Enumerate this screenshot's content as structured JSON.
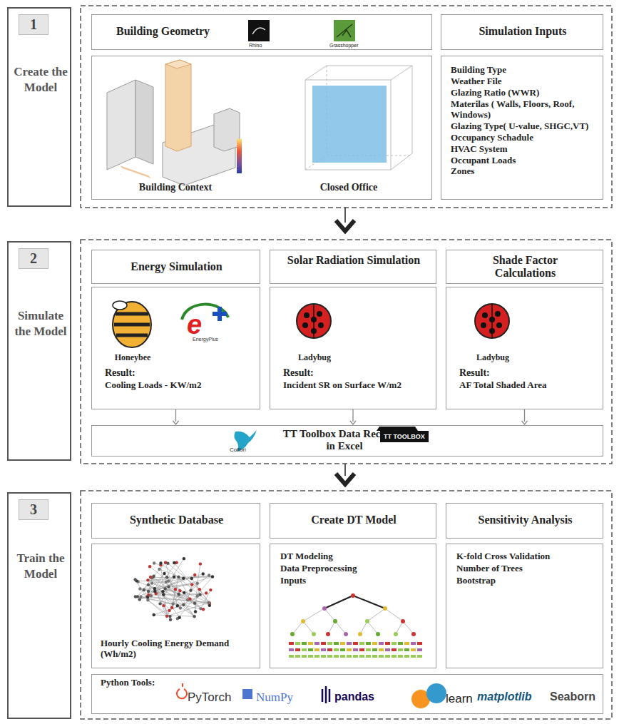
{
  "diagram": {
    "nodes": [
      {
        "text": [
          "1",
          "Create the Model"
        ]
      },
      {
        "text": [
          "Building Geometry"
        ]
      },
      {
        "text": [
          "Building Context",
          "Closed Office"
        ]
      },
      {
        "text": [
          "Simulation Inputs"
        ]
      },
      {
        "text": [
          "Building Type",
          "Weather File",
          "Glazing Ratio (WWR)",
          "Materilas ( Walls, Floors, Roof, Windows)",
          "Glazing Type( U-value, SHGC,VT)",
          "Occupancy Schadule",
          "HVAC System",
          "Occupant Loads",
          "Zones"
        ]
      },
      {
        "text": [
          "2",
          "Simulate the Model"
        ]
      },
      {
        "text": [
          "Energy Simulation"
        ]
      },
      {
        "text": [
          "Honeybee",
          "Result:",
          "Cooling Loads - KW/m2"
        ]
      },
      {
        "text": [
          "Solar Radiation Simulation"
        ]
      },
      {
        "text": [
          "Ladybug",
          "Result:",
          "Incident SR on Surface W/m2"
        ]
      },
      {
        "text": [
          "Shade Factor Calculations"
        ]
      },
      {
        "text": [
          "Ladybug",
          "Result:",
          "AF Total Shaded Area"
        ]
      },
      {
        "text": [
          "TT Toolbox Data Recorder in Excel"
        ]
      },
      {
        "text": [
          "3",
          "Train the Model"
        ]
      },
      {
        "text": [
          "Synthetic Database"
        ]
      },
      {
        "text": [
          "Hourly Cooling Energy Demand (Wh/m2)"
        ]
      },
      {
        "text": [
          "Create DT Model"
        ]
      },
      {
        "text": [
          "DT Modeling",
          "Data Preprocessing",
          "Inputs"
        ]
      },
      {
        "text": [
          "Sensitivity Analysis"
        ]
      },
      {
        "text": [
          "K-fold Cross Validation",
          "Number of Trees",
          "Bootstrap"
        ]
      },
      {
        "text": [
          "Python Tools:",
          "PyTorch",
          "NumPy",
          "pandas",
          "learn",
          "matplotlib",
          "Seaborn"
        ]
      }
    ],
    "edges": [
      {
        "from": 7,
        "to": 12,
        "arrow": "to"
      },
      {
        "from": 9,
        "to": 12,
        "arrow": "to"
      },
      {
        "from": 11,
        "to": 12,
        "arrow": "to"
      }
    ],
    "labels": [
      "Rhino",
      "Grasshopper",
      "EnergyPlus",
      "Colibri",
      "TT TOOLBOX"
    ]
  }
}
